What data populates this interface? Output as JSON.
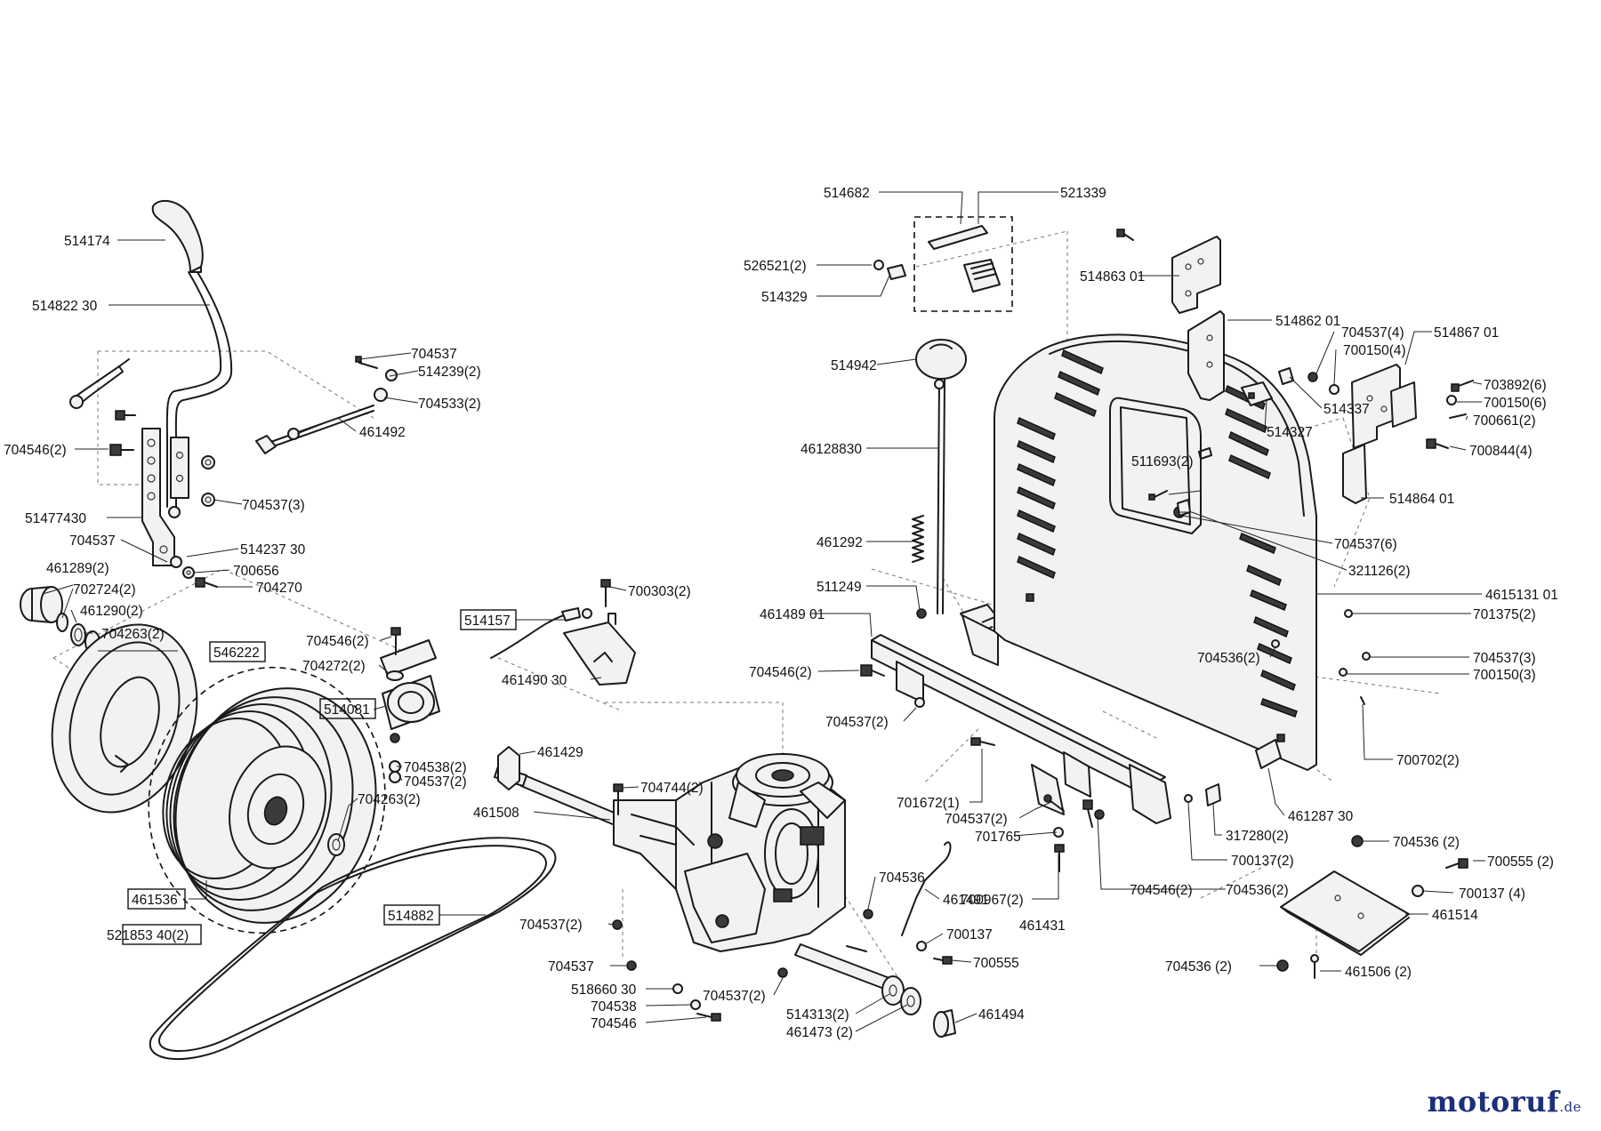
{
  "labels": {
    "l514174": "514174",
    "l514822_30": "514822 30",
    "l704537_a": "704537",
    "l514239": "514239(2)",
    "l704533": "704533(2)",
    "l461492": "461492",
    "l704546_2a": "704546(2)",
    "l704537_3": "704537(3)",
    "l51477430": "51477430",
    "l704537_b": "704537",
    "l514237_30": "514237 30",
    "l700656": "700656",
    "l704270": "704270",
    "l461289": "461289(2)",
    "l702724": "702724(2)",
    "l461290": "461290(2)",
    "l704263_a": "704263(2)",
    "l546222": "546222",
    "l704546_2b": "704546(2)",
    "l704272": "704272(2)",
    "l514081": "514081",
    "l704538_2": "704538(2)",
    "l704537_2a": "704537(2)",
    "l704263_b": "704263(2)",
    "l461536": "461536",
    "l521853": "521853 40(2)",
    "l514882": "514882",
    "l514157": "514157",
    "l700303": "700303(2)",
    "l461490_30": "461490 30",
    "l461429": "461429",
    "l704744": "704744(2)",
    "l461508": "461508",
    "l704537_2b": "704537(2)",
    "l704537_c": "704537",
    "l518660_30": "518660 30",
    "l704538": "704538",
    "l704546": "704546",
    "l704537_2c": "704537(2)",
    "l514313": "514313(2)",
    "l461473": "461473 (2)",
    "l461494": "461494",
    "l704536": "704536",
    "l461491": "461491",
    "l700137": "700137",
    "l700555": "700555",
    "l514682": "514682",
    "l521339": "521339",
    "l526521": "526521(2)",
    "l514329": "514329",
    "l514942": "514942",
    "l46128830": "46128830",
    "l461292": "461292",
    "l511249": "511249",
    "l461489_01": "461489  01",
    "l704546_2c": "704546(2)",
    "l704537_2d": "704537(2)",
    "l701672": "701672(1)",
    "l704537_2e": "704537(2)",
    "l701765": "701765",
    "l700967": "700967(2)",
    "l461431": "461431",
    "l704546_2d": "704546(2)",
    "l704536_2a": "704536(2)",
    "l514863_01": "514863 01",
    "l514862_01": "514862 01",
    "l704537_4": "704537(4)",
    "l514867_01": "514867 01",
    "l700150_4": "700150(4)",
    "l703892": "703892(6)",
    "l700150_6": "700150(6)",
    "l700661": "700661(2)",
    "l514337": "514337",
    "l514327": "514327",
    "l700844": "700844(4)",
    "l511693": "511693(2)",
    "l514864_01": "514864 01",
    "l704537_6": "704537(6)",
    "l321126": "321126(2)",
    "l4615131_01": "4615131 01",
    "l701375": "701375(2)",
    "l704536_2b": "704536(2)",
    "l704537_3b": "704537(3)",
    "l700150_3": "700150(3)",
    "l700702": "700702(2)",
    "l461287_30": "461287 30",
    "l317280": "317280(2)",
    "l700137_2": "700137(2)",
    "l704536_sp": "704536 (2)",
    "l700555_sp": "700555 (2)",
    "l700137_4": "700137 (4)",
    "l461514": "461514",
    "l704536_sp2": "704536 (2)",
    "l461506": "461506 (2)"
  },
  "logo": {
    "name": "motoruf",
    "suffix": ".de"
  }
}
